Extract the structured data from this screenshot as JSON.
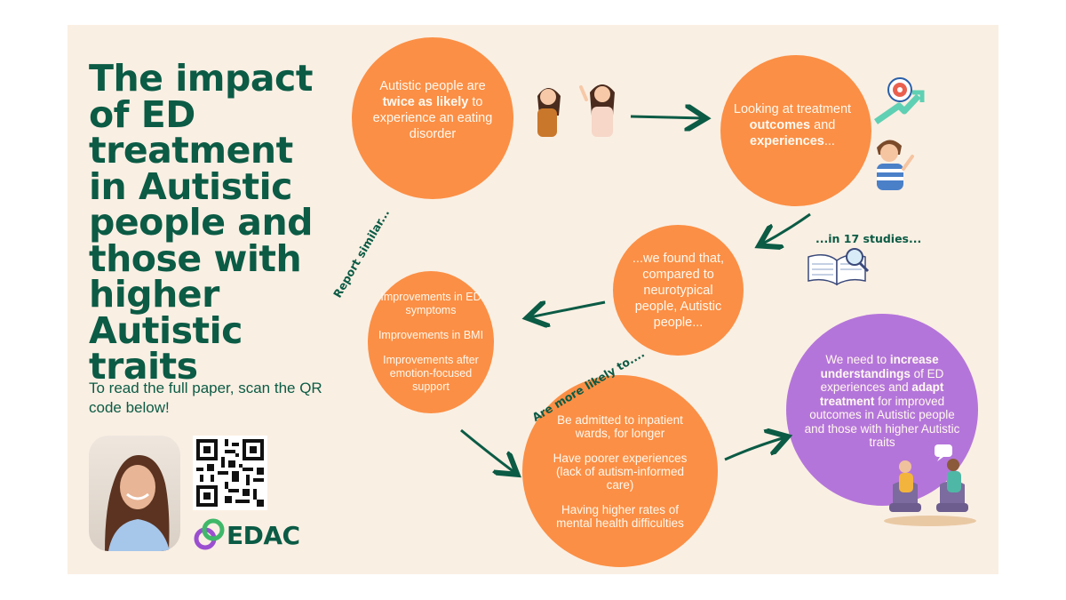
{
  "title": "The impact of ED treatment in Autistic people and those with higher Autistic traits",
  "subtitle": "To read the full paper, scan the QR code below!",
  "circle1": {
    "a": "Autistic people are ",
    "b": "twice as likely",
    "c": " to experience an eating disorder"
  },
  "circle2": {
    "a": "Looking at treatment ",
    "b1": "outcomes",
    "c": " and ",
    "b2": "experiences",
    "d": "..."
  },
  "circle3": {
    "text": "...we found that, compared to neurotypical people, Autistic people..."
  },
  "circle4": {
    "items": [
      "Improvements in ED symptoms",
      "Improvements in BMI",
      "Improvements after emotion-focused support"
    ]
  },
  "circle5": {
    "items": [
      "Be admitted to inpatient wards, for longer",
      "Have poorer experiences (lack of autism-informed care)",
      "Having higher rates of mental health difficulties"
    ]
  },
  "circle6": {
    "a": "We need to ",
    "b1": "increase understandings",
    "c": " of ED experiences and ",
    "b2": "adapt treatment",
    "d": " for improved outcomes in Autistic people and those with higher Autistic traits"
  },
  "labels": {
    "studies": "...in 17 studies...",
    "report_similar": "Report similar...",
    "more_likely": "Are more likely to...."
  },
  "logo": {
    "text": "EDAC"
  },
  "icons": [
    "two-women-chatting-icon",
    "target-growth-icon",
    "waving-man-icon",
    "open-book-magnifier-icon",
    "therapy-session-icon",
    "qr-code",
    "edac-logo-icon"
  ],
  "colors": {
    "background": "#faefe3",
    "title_green": "#0b5b45",
    "orange": "#fb8f45",
    "purple": "#b475da"
  }
}
